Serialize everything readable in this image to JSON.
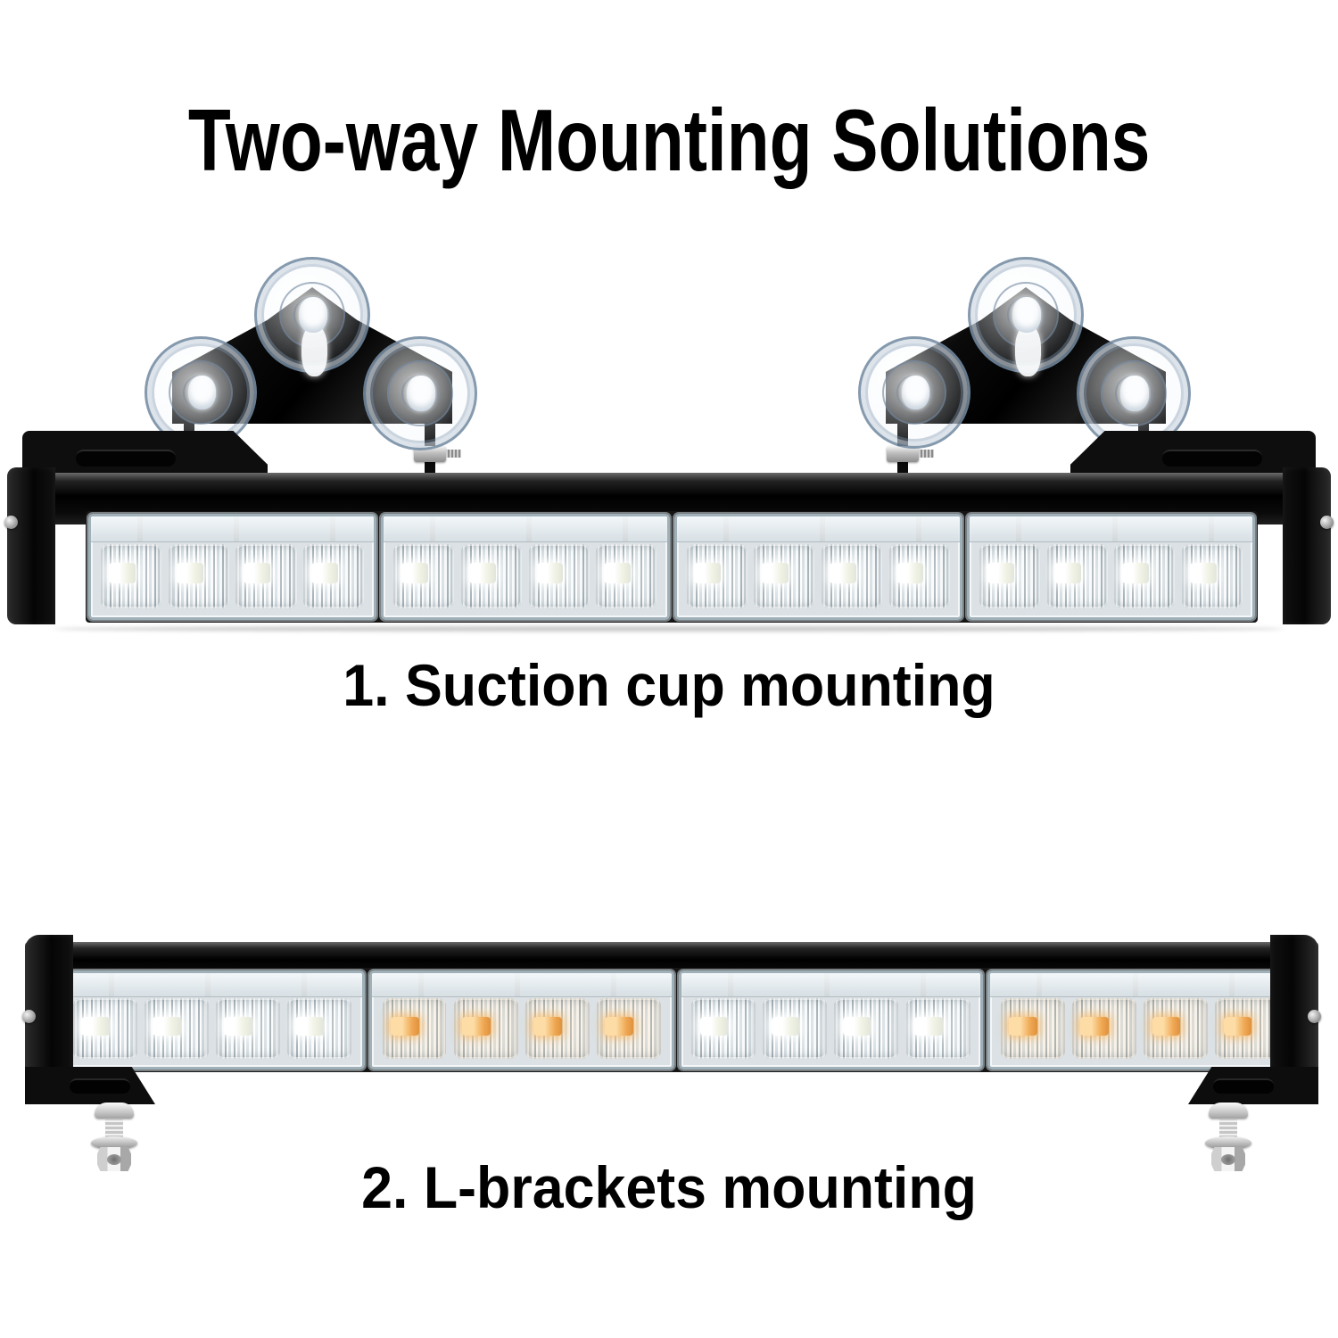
{
  "title": "Two-way Mounting Solutions",
  "captions": {
    "suction": "1. Suction cup mounting",
    "lbrackets": "2. L-brackets mounting"
  },
  "bars": {
    "suction_mounted": {
      "label": "LED light bar shown with suction cup mounts",
      "modules": [
        "white",
        "white",
        "white",
        "white"
      ],
      "leds_per_module": 4
    },
    "lbracket_mounted": {
      "label": "LED light bar shown with L-bracket mounts",
      "modules": [
        "white",
        "amber",
        "white",
        "amber"
      ],
      "leds_per_module": 4
    }
  },
  "hardware": {
    "suction_cups_per_mount": 3,
    "suction_mount_count": 2,
    "lbracket_count": 2,
    "bolt_count": 2
  },
  "colors": {
    "background": "#ffffff",
    "text": "#000000",
    "housing_black": "#0d0d0d",
    "white_led": "#f4f6f0",
    "amber_led": "#e8a45a",
    "suction_ring": "#7188a0",
    "hardware_silver": "#c9c9c9"
  }
}
